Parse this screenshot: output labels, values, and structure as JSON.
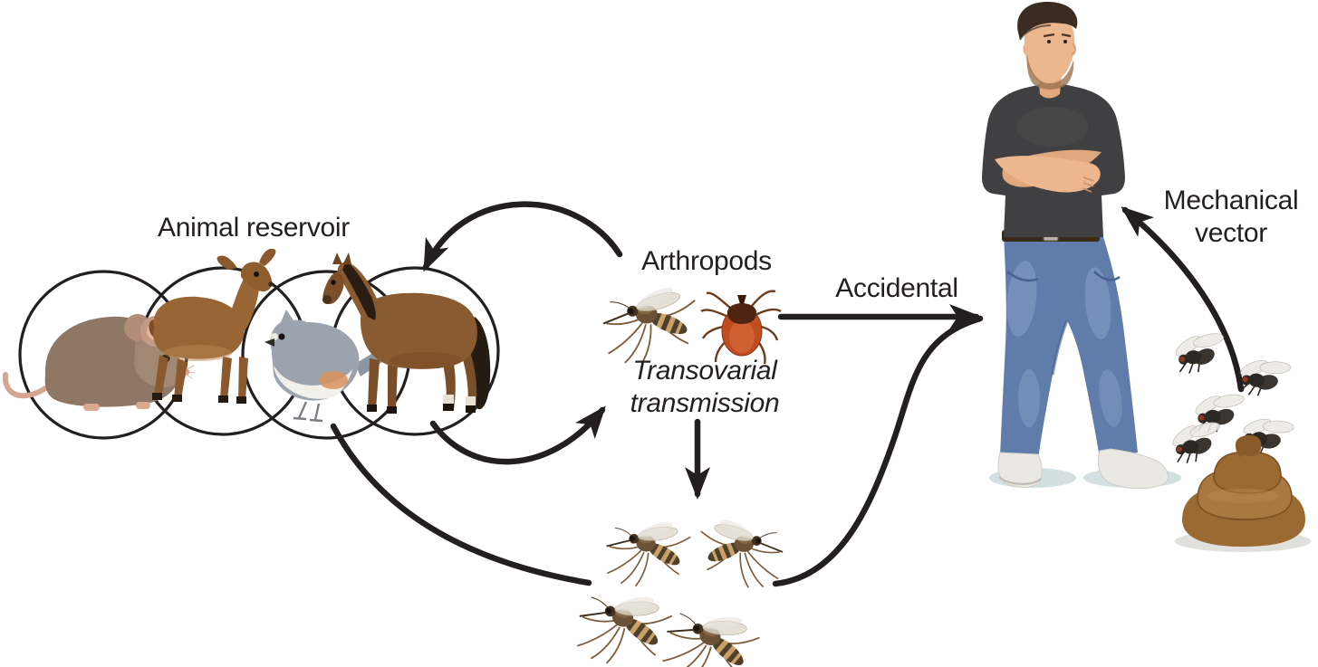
{
  "diagram": {
    "background_color": "#ffffff",
    "ink_color": "#231f20",
    "labels": {
      "animal_reservoir": "Animal reservoir",
      "arthropods": "Arthropods",
      "transovarial_transmission": "Transovarial transmission",
      "accidental": "Accidental",
      "mechanical_vector": "Mechanical vector"
    },
    "nodes": {
      "animal_reservoir": {
        "animals": [
          "mouse",
          "deer",
          "bird",
          "horse"
        ]
      },
      "arthropods": {
        "members": [
          "mosquito",
          "tick"
        ]
      },
      "offspring_mosquitoes": {
        "count": 4
      },
      "human": {
        "type": "man standing with arms crossed"
      },
      "mechanical_vector_source": {
        "members": [
          "flies",
          "feces"
        ],
        "fly_count": 5
      }
    },
    "edges": [
      {
        "from": "arthropods",
        "to": "animal_reservoir",
        "label": ""
      },
      {
        "from": "animal_reservoir",
        "to": "arthropods",
        "label": ""
      },
      {
        "from": "arthropods",
        "to": "offspring_mosquitoes",
        "label": "Transovarial transmission"
      },
      {
        "from": "animal_reservoir",
        "to": "offspring_mosquitoes",
        "label": ""
      },
      {
        "from": "arthropods",
        "to": "human",
        "label": "Accidental"
      },
      {
        "from": "offspring_mosquitoes",
        "to": "human",
        "label": ""
      },
      {
        "from": "mechanical_vector_source",
        "to": "human",
        "label": "Mechanical vector"
      }
    ],
    "colors": {
      "ink": "#231f20",
      "tick_body": "#bf4d20",
      "mosquito_body": "#6b5136",
      "feces": "#9b6a33",
      "jeans": "#5f7caa",
      "shirt": "#403f41",
      "deer": "#9a6535",
      "horse": "#8a5a30",
      "bird": "#9aa3ae",
      "mouse": "#8f7766"
    }
  }
}
